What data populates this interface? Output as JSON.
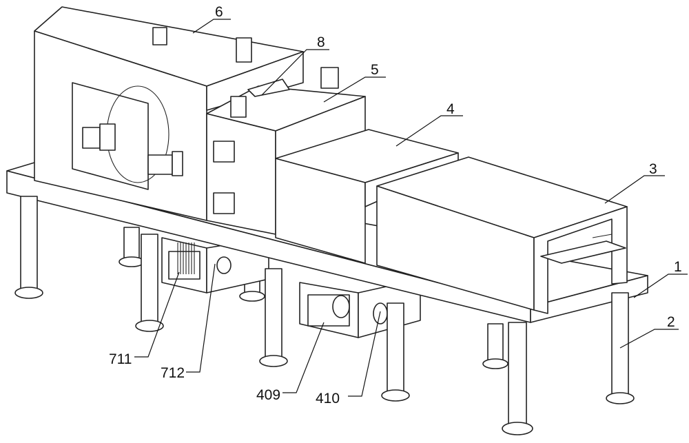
{
  "figure": {
    "labels": {
      "l6": "6",
      "l8": "8",
      "l5": "5",
      "l4": "4",
      "l3": "3",
      "l1": "1",
      "l2": "2",
      "l711": "711",
      "l712": "712",
      "l409": "409",
      "l410": "410"
    }
  }
}
